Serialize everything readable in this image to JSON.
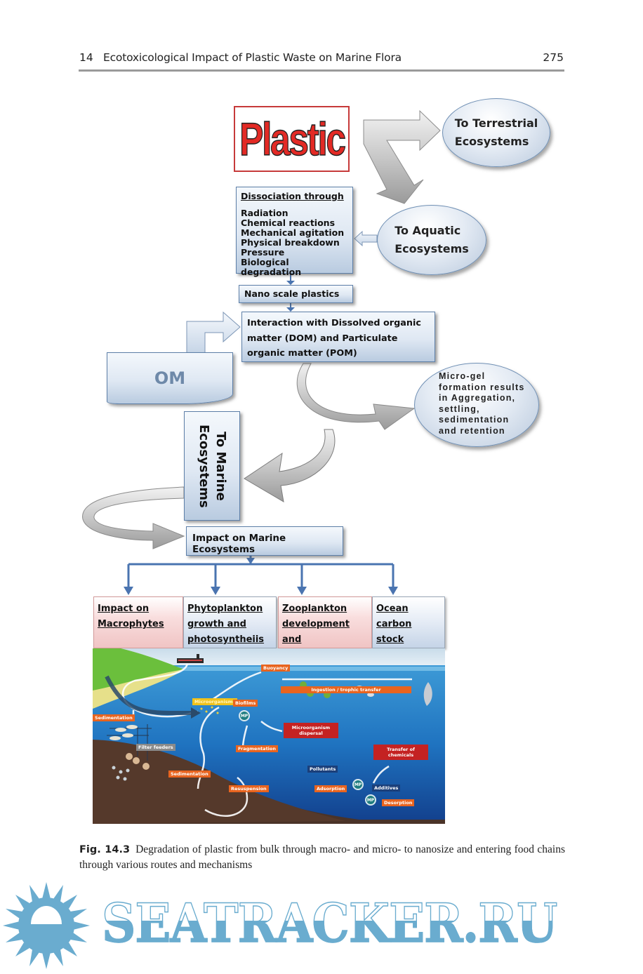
{
  "header": {
    "chapter_number": "14",
    "chapter_title": "Ecotoxicological Impact of Plastic Waste on Marine Flora",
    "page_number": "275"
  },
  "figure": {
    "plastic_label": "Plastic",
    "terrestrial": [
      "To Terrestrial",
      "Ecosystems"
    ],
    "aquatic": [
      "To Aquatic",
      "Ecosystems"
    ],
    "dissociation": {
      "heading": "Dissociation through",
      "items": [
        "Radiation",
        "Chemical reactions",
        "Mechanical agitation",
        "Physical breakdown",
        "Pressure",
        "Biological degradation"
      ]
    },
    "nano": "Nano scale plastics",
    "interaction": "Interaction with Dissolved organic matter (DOM) and Particulate organic matter (POM)",
    "om": "OM",
    "microgel": "Micro-gel formation results in Aggregation, settling, sedimentation and retention",
    "marine": "To Marine Ecosystems",
    "impact": "Impact on Marine Ecosystems",
    "categories": [
      {
        "label": "Impact on Macrophytes",
        "color": "pink"
      },
      {
        "label": "Phytoplankton growth and photosyntheiis",
        "color": "blue"
      },
      {
        "label": "Zooplankton development and reproduction",
        "color": "pink"
      },
      {
        "label": "Ocean carbon stock",
        "color": "blue"
      }
    ],
    "ocean_labels": {
      "buoyancy": "Buoyancy",
      "ingestion": "Ingestion / trophic transfer",
      "microorganisms": "Microorganisms",
      "biofilms": "Biofilms",
      "sedimentation_top": "Sedimentation",
      "microorganism_dispersal": "Microorganism dispersal",
      "filter_feeders": "Filter feeders",
      "fragmentation": "Fragmentation",
      "sedimentation_bottom": "Sedimentation",
      "resuspension": "Resuspension",
      "transfer_of_chemicals": "Transfer of chemicals",
      "pollutants": "Pollutants",
      "adsorption": "Adsorption",
      "additives": "Additives",
      "desorption": "Desorption",
      "mp": "MP"
    }
  },
  "caption": {
    "label": "Fig. 14.3",
    "text": "Degradation of plastic from bulk through macro- and micro- to nanosize and entering food chains through various routes and mechanisms"
  },
  "watermark": {
    "text": "SEATRACKER.RU",
    "color": "#6aaccf"
  }
}
